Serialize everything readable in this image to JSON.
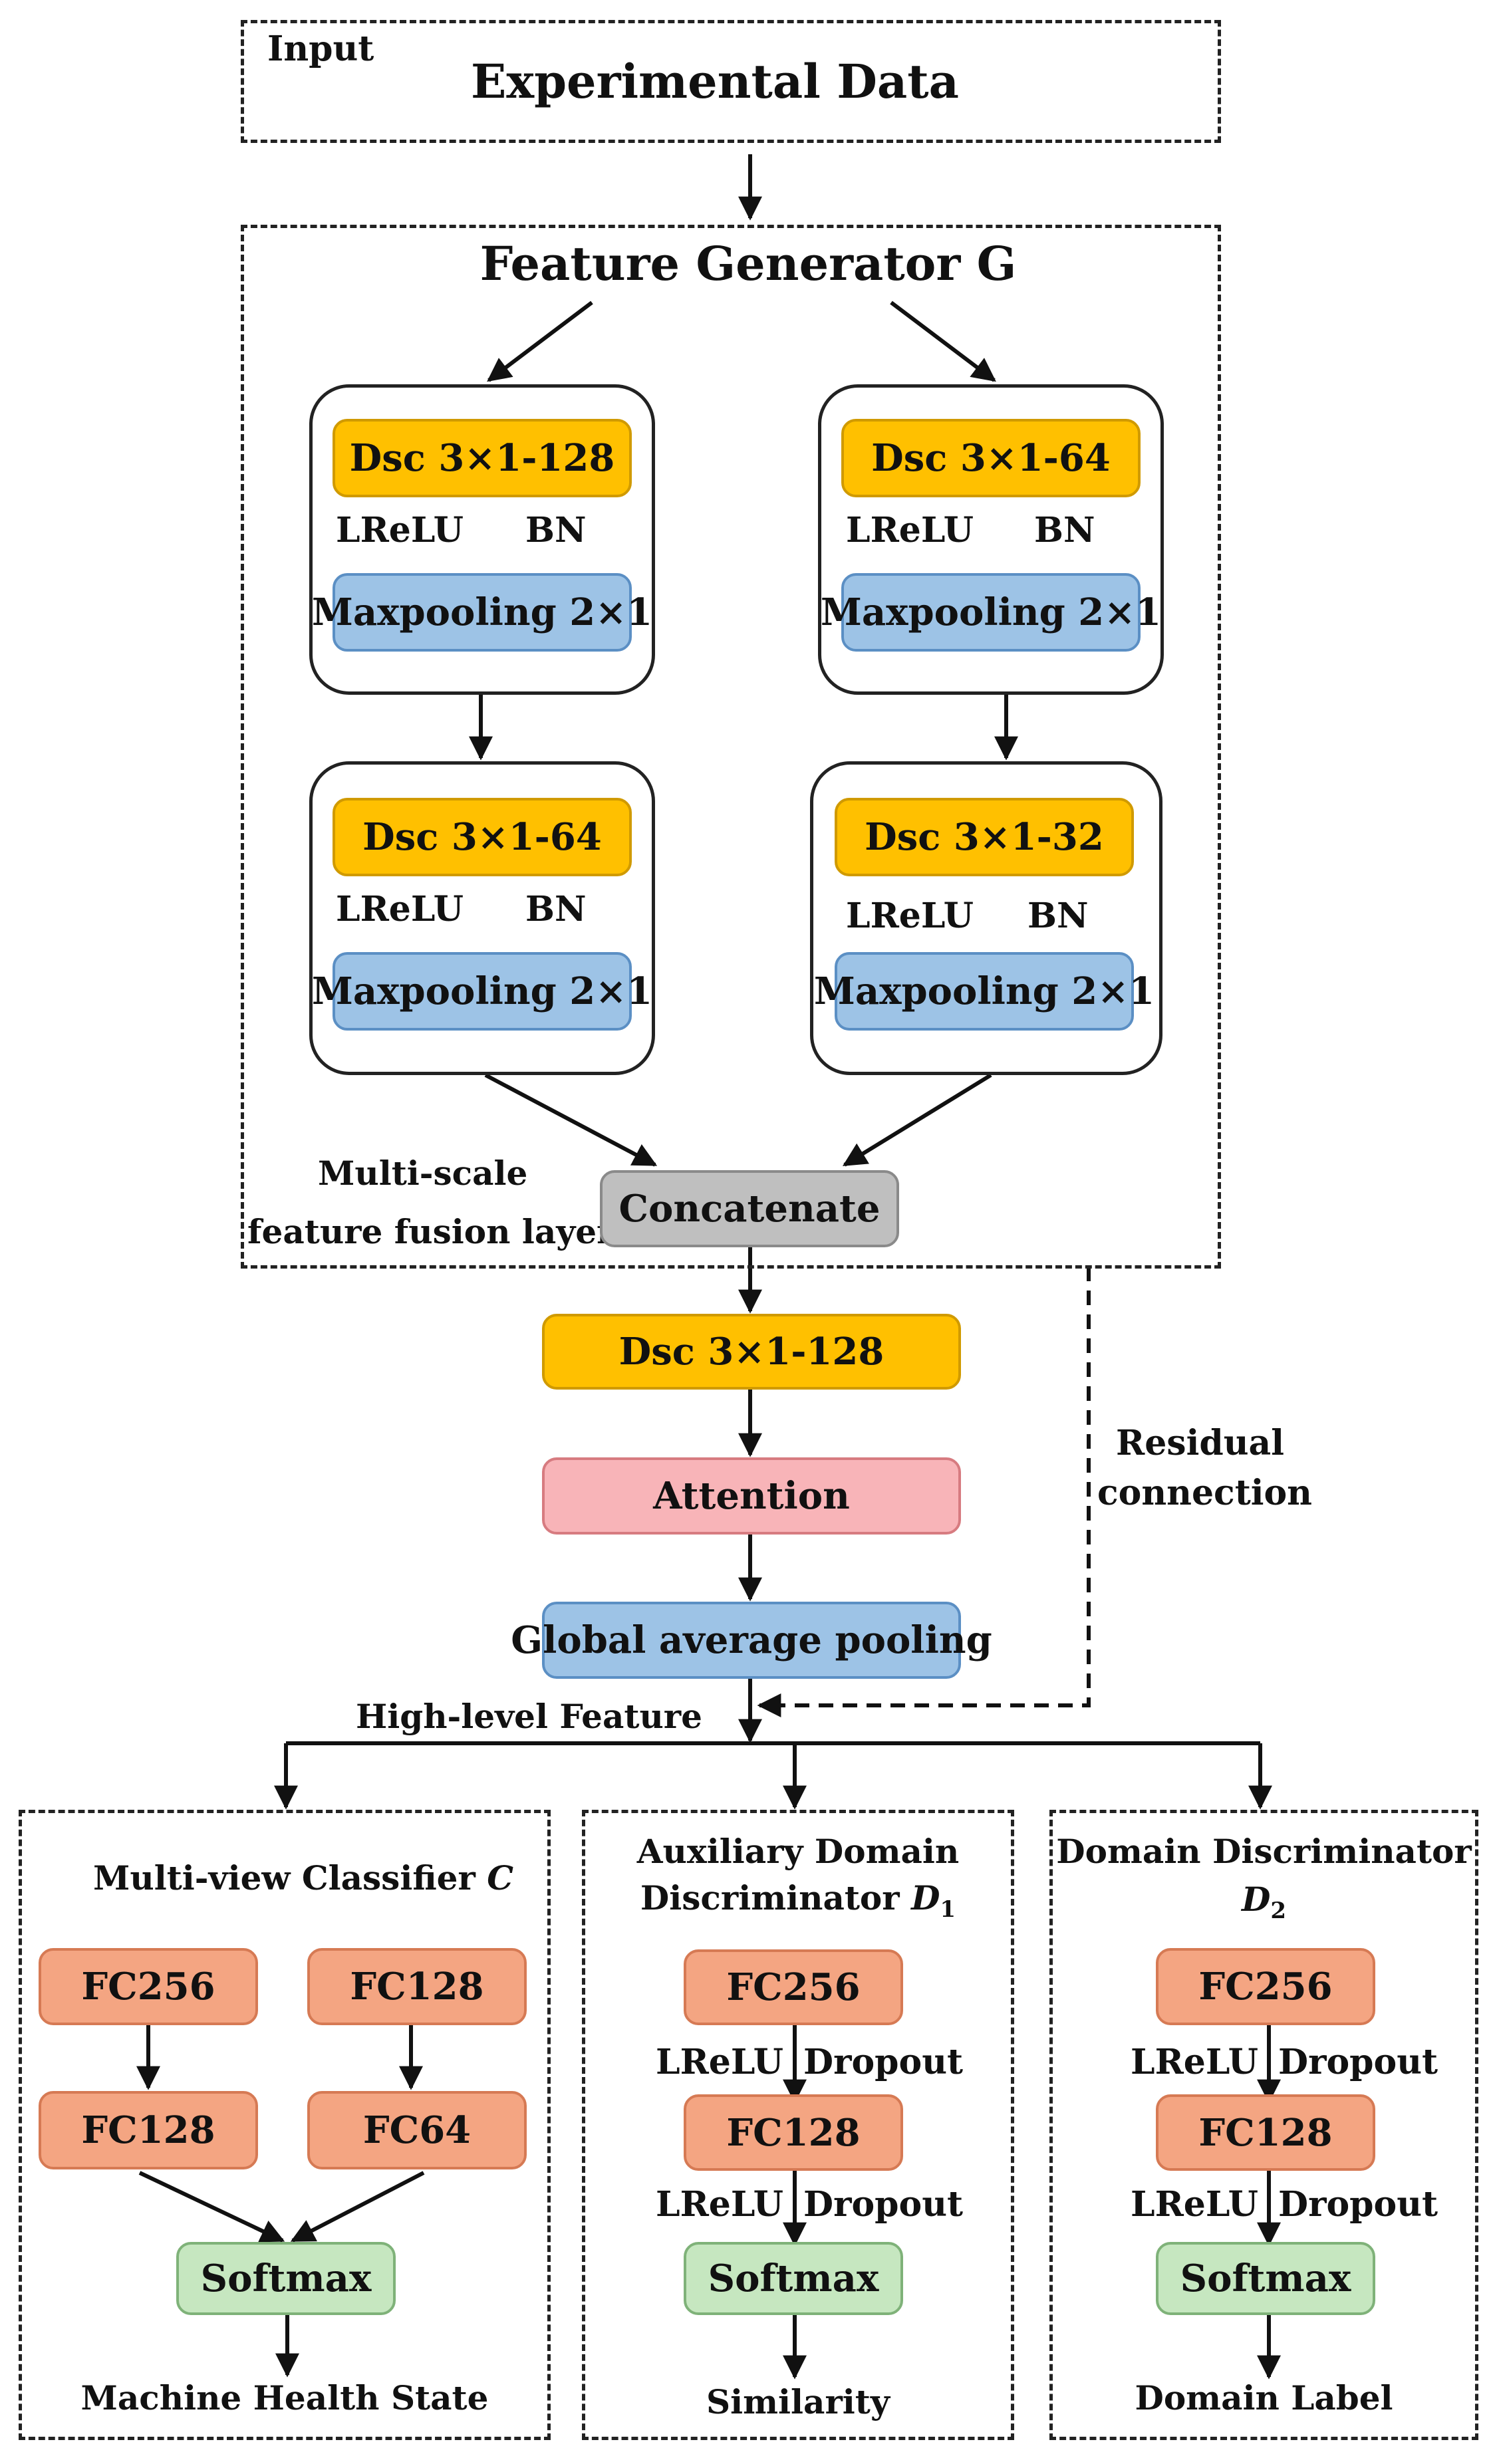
{
  "input": {
    "tag": "Input",
    "title": "Experimental Data"
  },
  "generator": {
    "title": "Feature Generator G",
    "fusion_label_1": "Multi-scale",
    "fusion_label_2": "feature fusion layer",
    "concat": "Concatenate",
    "left_branch": [
      {
        "conv": "Dsc 3×1-128",
        "act": "LReLU",
        "norm": "BN",
        "pool": "Maxpooling 2×1"
      },
      {
        "conv": "Dsc 3×1-64",
        "act": "LReLU",
        "norm": "BN",
        "pool": "Maxpooling 2×1"
      }
    ],
    "right_branch": [
      {
        "conv": "Dsc 3×1-64",
        "act": "LReLU",
        "norm": "BN",
        "pool": "Maxpooling 2×1"
      },
      {
        "conv": "Dsc 3×1-32",
        "act": "LReLU",
        "norm": "BN",
        "pool": "Maxpooling 2×1"
      }
    ]
  },
  "middle": {
    "conv": "Dsc 3×1-128",
    "attention": "Attention",
    "gap": "Global average pooling",
    "residual_1": "Residual",
    "residual_2": "connection",
    "high_level": "High-level Feature"
  },
  "classifier": {
    "title": "Multi-view Classifier",
    "title_symbol": "C",
    "fc": [
      "FC256",
      "FC128",
      "FC128",
      "FC64"
    ],
    "softmax": "Softmax",
    "output": "Machine Health State"
  },
  "aux_discriminator": {
    "title_1": "Auxiliary Domain",
    "title_2": "Discriminator",
    "title_symbol": "D",
    "title_sub": "1",
    "fc": [
      "FC256",
      "FC128"
    ],
    "act": "LReLU",
    "drop": "Dropout",
    "softmax": "Softmax",
    "output": "Similarity"
  },
  "domain_discriminator": {
    "title_1": "Domain Discriminator",
    "title_symbol": "D",
    "title_sub": "2",
    "fc": [
      "FC256",
      "FC128"
    ],
    "act": "LReLU",
    "drop": "Dropout",
    "softmax": "Softmax",
    "output": "Domain Label"
  },
  "colors": {
    "conv": "#ffc000",
    "pool": "#9dc3e6",
    "concat": "#bfbfbf",
    "attention": "#f8b4b8",
    "fc": "#f4a582",
    "softmax": "#c6e7c0"
  }
}
